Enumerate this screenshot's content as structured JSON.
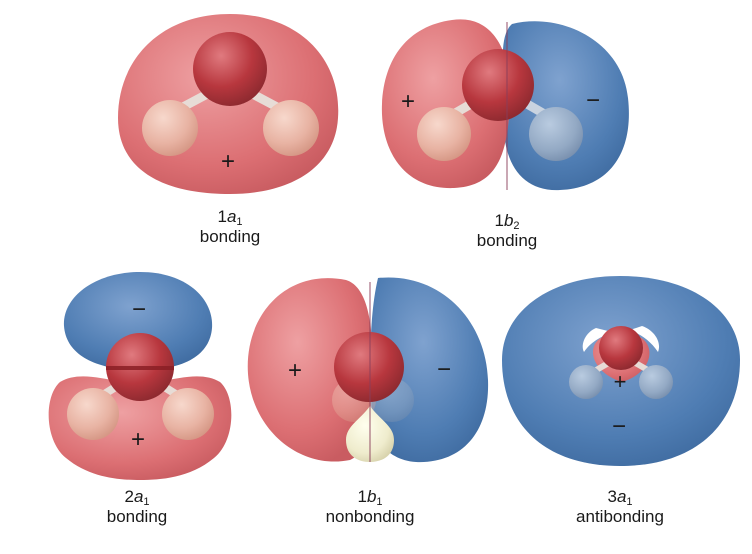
{
  "orbitals": [
    {
      "id": "1a1",
      "base": "1",
      "letter": "a",
      "sub": "1",
      "type": "bonding",
      "signs": [
        "+"
      ]
    },
    {
      "id": "1b2",
      "base": "1",
      "letter": "b",
      "sub": "2",
      "type": "bonding",
      "signs": [
        "+",
        "−"
      ]
    },
    {
      "id": "2a1",
      "base": "2",
      "letter": "a",
      "sub": "1",
      "type": "bonding",
      "signs": [
        "−",
        "+"
      ]
    },
    {
      "id": "1b1",
      "base": "1",
      "letter": "b",
      "sub": "1",
      "type": "nonbonding",
      "signs": [
        "+",
        "−"
      ]
    },
    {
      "id": "3a1",
      "base": "3",
      "letter": "a",
      "sub": "1",
      "type": "antibonding",
      "signs": [
        "+",
        "−"
      ]
    }
  ],
  "colors": {
    "positive": "#dc6f73",
    "negative": "#4f7db3",
    "oxygen": "#b8373e",
    "hydrogen": "#e8b3a3",
    "lone_pair": "#efeccd"
  }
}
